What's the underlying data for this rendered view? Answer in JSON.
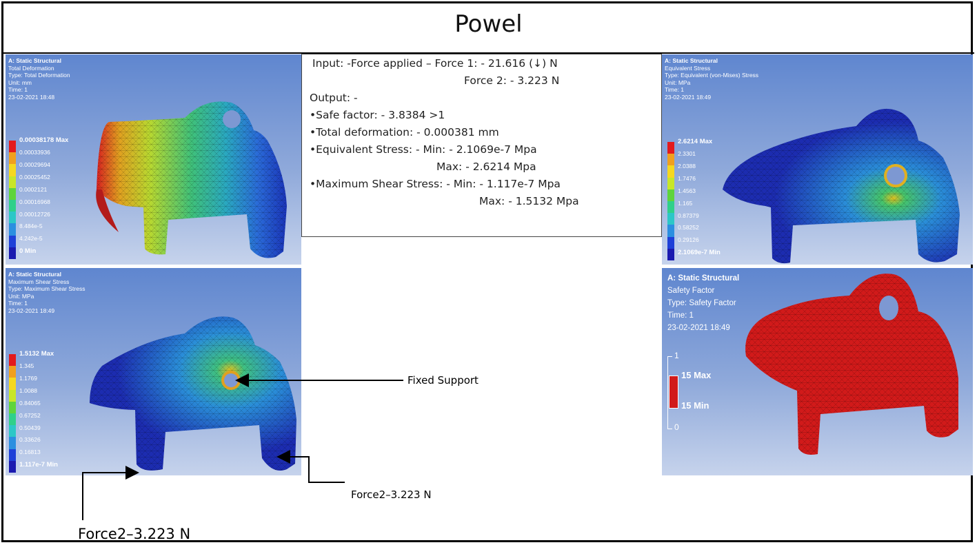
{
  "title": "Powel",
  "panels": {
    "deformation": {
      "header": "A: Static Structural",
      "result": "Total Deformation",
      "type": "Type: Total Deformation",
      "unit": "Unit: mm",
      "time": "Time: 1",
      "date": "23-02-2021 18:48",
      "legend": [
        "0.00038178 Max",
        "0.00033936",
        "0.00029694",
        "0.00025452",
        "0.0002121",
        "0.00016968",
        "0.00012726",
        "8.484e-5",
        "4.242e-5",
        "0 Min"
      ]
    },
    "equivalent": {
      "header": "A: Static Structural",
      "result": "Equivalent Stress",
      "type": "Type: Equivalent (von-Mises) Stress",
      "unit": "Unit: MPa",
      "time": "Time: 1",
      "date": "23-02-2021 18:49",
      "legend": [
        "2.6214 Max",
        "2.3301",
        "2.0388",
        "1.7476",
        "1.4563",
        "1.165",
        "0.87379",
        "0.58252",
        "0.29126",
        "2.1069e-7 Min"
      ]
    },
    "shear": {
      "header": "A: Static Structural",
      "result": "Maximum Shear Stress",
      "type": "Type: Maximum Shear Stress",
      "unit": "Unit: MPa",
      "time": "Time: 1",
      "date": "23-02-2021 18:49",
      "legend": [
        "1.5132 Max",
        "1.345",
        "1.1769",
        "1.0088",
        "0.84065",
        "0.67252",
        "0.50439",
        "0.33626",
        "0.16813",
        "1.117e-7 Min"
      ]
    },
    "safety": {
      "header": "A: Static Structural",
      "result": "Safety Factor",
      "type": "Type: Safety Factor",
      "time": "Time: 1",
      "date": "23-02-2021 18:49",
      "scale_top": "1",
      "max": "15 Max",
      "min": "15 Min",
      "scale_bottom": "0"
    }
  },
  "summary": {
    "input_line": "Input: -Force applied – Force 1: - 21.616 (↓) N",
    "force2_line": "Force 2: - 3.223 N",
    "output_line": "Output: -",
    "safe_factor": "•Safe factor: - 3.8384 >1",
    "total_deformation": "•Total deformation: - 0.000381 mm",
    "eq_stress_min": "•Equivalent Stress: - Min: - 2.1069e-7 Mpa",
    "eq_stress_max": "Max: - 2.6214 Mpa",
    "shear_min": "•Maximum Shear Stress: - Min: - 1.117e-7 Mpa",
    "shear_max": "Max: - 1.5132 Mpa"
  },
  "annotations": {
    "fixed_support": "Fixed Support",
    "force2_right": "Force2–3.223 N",
    "force2_left": "Force2–3.223 N"
  },
  "colors": {
    "legend_scale": [
      "#e31a1c",
      "#f0a01e",
      "#f5d820",
      "#c8e628",
      "#5fd43c",
      "#2fd08a",
      "#2cc7c7",
      "#2b8fe0",
      "#1e40d8",
      "#1a1ab0"
    ],
    "safety_red": "#d11a1a"
  }
}
